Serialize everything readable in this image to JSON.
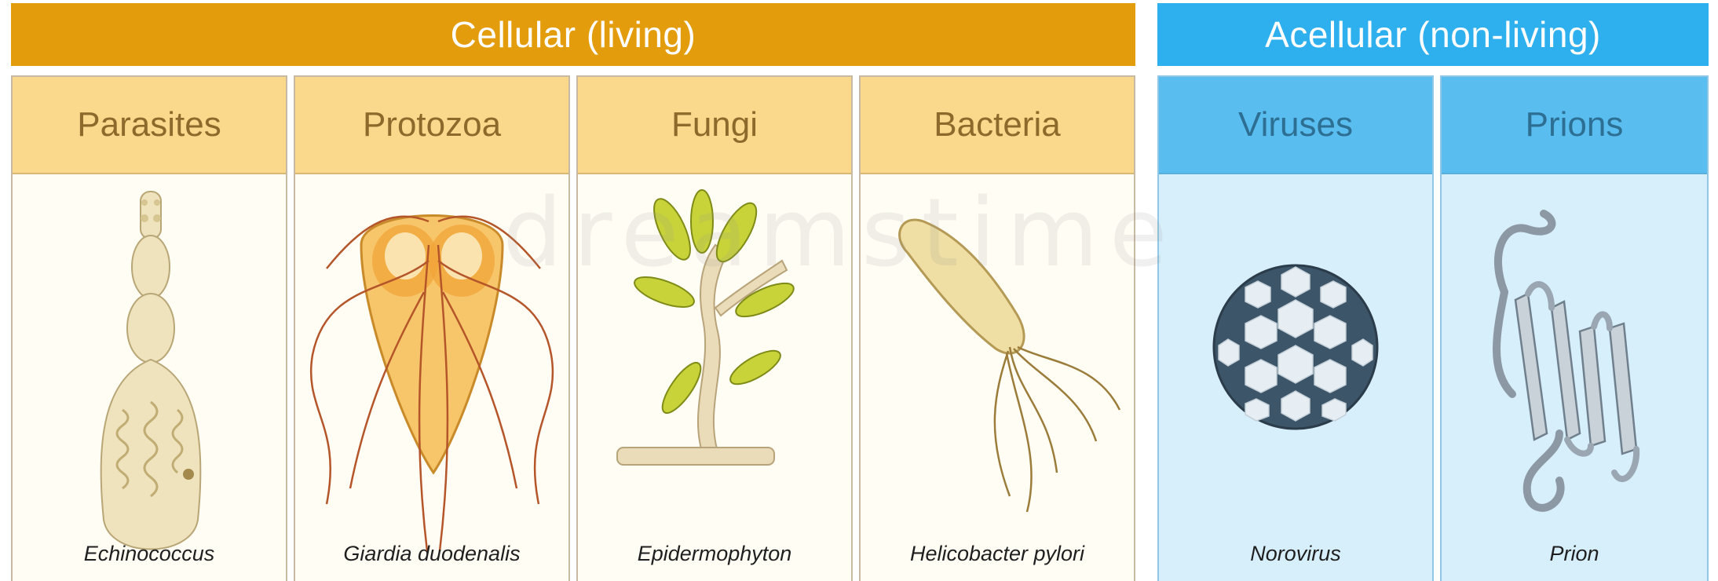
{
  "groups": {
    "cellular": {
      "title": "Cellular (living)",
      "color": "#e39c0b"
    },
    "acellular": {
      "title": "Acellular (non-living)",
      "color": "#2eb0ef"
    }
  },
  "panels": [
    {
      "category": "Parasites",
      "example": "Echinococcus",
      "group": "cellular",
      "icon": "tapeworm-icon"
    },
    {
      "category": "Protozoa",
      "example": "Giardia duodenalis",
      "group": "cellular",
      "icon": "giardia-icon"
    },
    {
      "category": "Fungi",
      "example": "Epidermophyton",
      "group": "cellular",
      "icon": "fungus-icon"
    },
    {
      "category": "Bacteria",
      "example": "Helicobacter pylori",
      "group": "cellular",
      "icon": "bacterium-icon"
    },
    {
      "category": "Viruses",
      "example": "Norovirus",
      "group": "acellular",
      "icon": "virus-icon"
    },
    {
      "category": "Prions",
      "example": "Prion",
      "group": "acellular",
      "icon": "prion-protein-icon"
    }
  ],
  "watermark": "dreamstime"
}
